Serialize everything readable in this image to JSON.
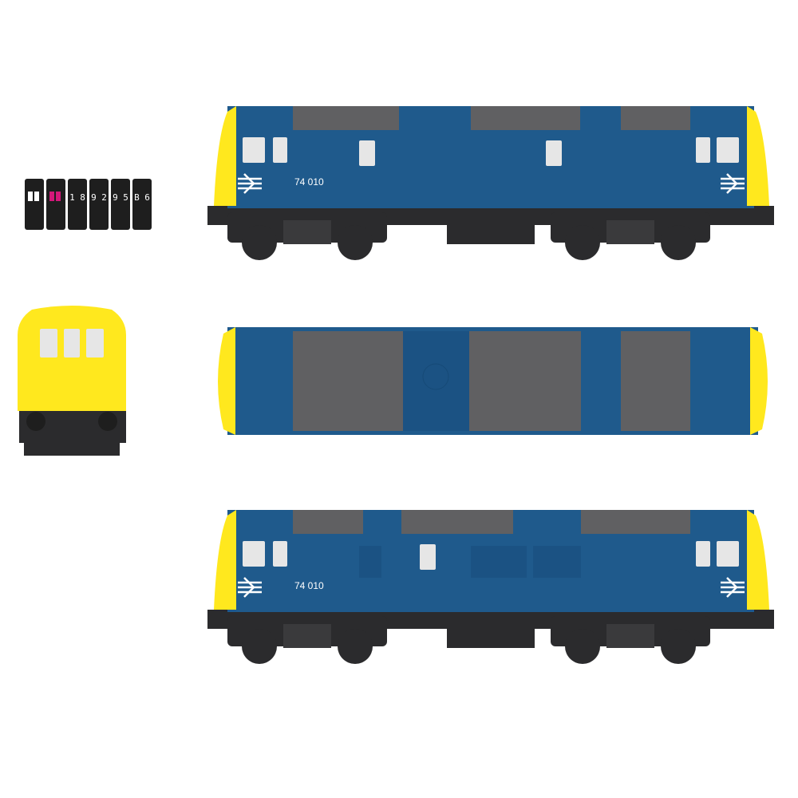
{
  "locomotive": {
    "running_number": "74 010",
    "colors": {
      "body_blue": "#1f5a8c",
      "warning_yellow": "#ffe81e",
      "roof_grey": "#606062",
      "underframe": "#2b2b2d",
      "window": "#e6e6e6"
    }
  },
  "headcode_panels": [
    {
      "text": "",
      "icon": "white-blinds-icon"
    },
    {
      "text": "",
      "icon": "magenta-blinds-icon"
    },
    {
      "text": "1 8"
    },
    {
      "text": "9 2"
    },
    {
      "text": "9 5"
    },
    {
      "text": "B 6"
    }
  ],
  "views": [
    "side-view-1",
    "roof-view",
    "side-view-2",
    "front-view"
  ]
}
